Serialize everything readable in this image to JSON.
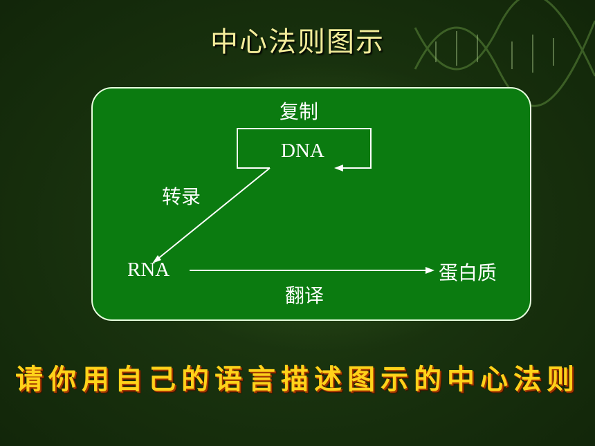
{
  "slide": {
    "title": "中心法则图示",
    "question": "请你用自己的语言描述图示的中心法则"
  },
  "diagram": {
    "nodes": {
      "dna": "DNA",
      "rna": "RNA",
      "protein": "蛋白质"
    },
    "processes": {
      "replication": "复制",
      "transcription": "转录",
      "translation": "翻译"
    }
  },
  "colors": {
    "background": "#142a0b",
    "panel": "#0b7b10",
    "title": "#f3ec9a",
    "question": "#ffd21a",
    "question_outline": "#a63900"
  }
}
